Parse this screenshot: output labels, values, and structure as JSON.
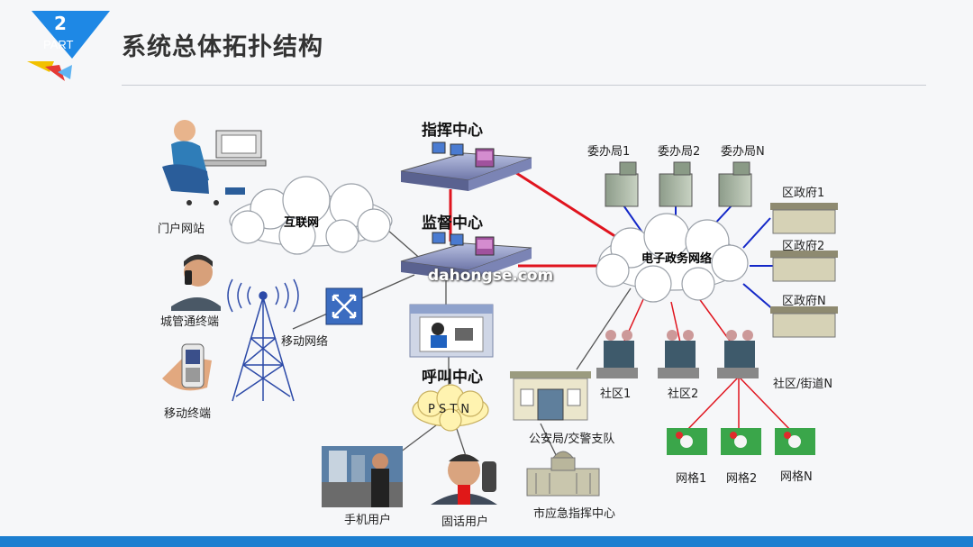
{
  "header": {
    "section_number": "2",
    "section_word": "PART",
    "title": "系统总体拓扑结构"
  },
  "watermark": "dahongse.com",
  "nodes": {
    "command_center": "指挥中心",
    "supervision_center": "监督中心",
    "call_center": "呼叫中心",
    "internet": "互联网",
    "egov_network": "电子政务网络",
    "pstn": "P S T N",
    "portal": "门户网站",
    "city_terminal": "城管通终端",
    "mobile_terminal": "移动终端",
    "mobile_network": "移动网络",
    "mobile_user": "手机用户",
    "landline_user": "固话用户",
    "public_security": "公安局/交警支队",
    "emergency_center": "市应急指挥中心",
    "bureau_1": "委办局1",
    "bureau_2": "委办局2",
    "bureau_n": "委办局N",
    "district_1": "区政府1",
    "district_2": "区政府2",
    "district_n": "区政府N",
    "community_1": "社区1",
    "community_2": "社区2",
    "community_n": "社区/街道N",
    "grid_1": "网格1",
    "grid_2": "网格2",
    "grid_n": "网格N"
  },
  "colors": {
    "red_link": "#e0141e",
    "blue_link": "#1428c8",
    "gray_link": "#555555",
    "accent_blue": "#1d7fd0"
  }
}
